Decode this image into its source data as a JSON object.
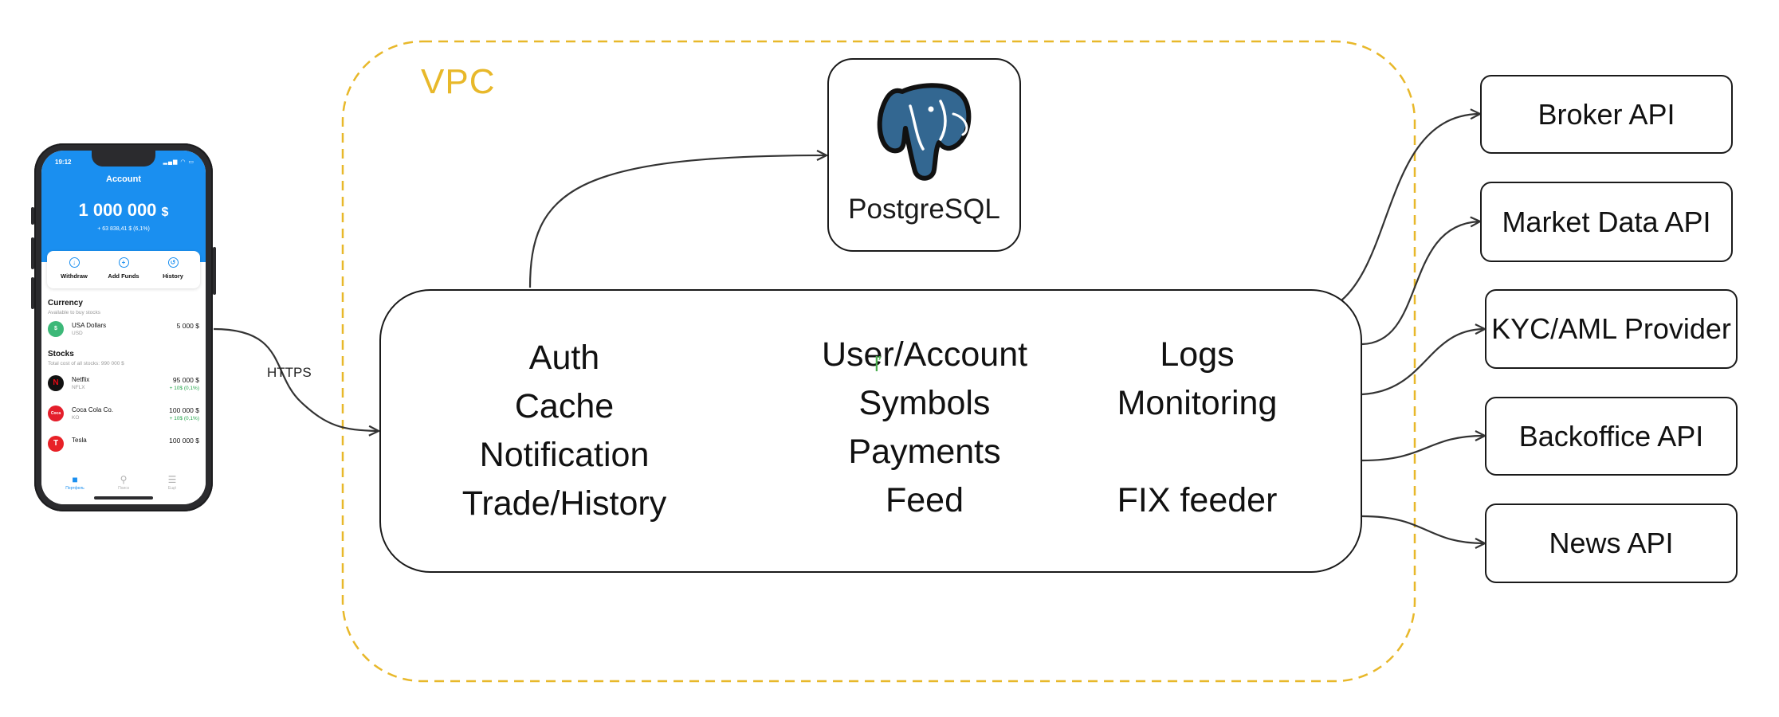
{
  "vpc": {
    "label": "VPC",
    "border_color": "#e8b82a"
  },
  "phone": {
    "status_time": "19:12",
    "header_title": "Account",
    "balance": "1 000 000",
    "balance_currency": "$",
    "balance_change": "+ 63 838,41 $ (6,1%)",
    "actions": [
      {
        "label": "Withdraw",
        "icon": "arrow-down-circle-icon"
      },
      {
        "label": "Add Funds",
        "icon": "plus-circle-icon"
      },
      {
        "label": "History",
        "icon": "history-icon"
      }
    ],
    "currency_title": "Currency",
    "currency_subtitle": "Available to buy stocks",
    "currency_row": {
      "name": "USA Dollars",
      "ticker": "USD",
      "value": "5 000 $",
      "icon": "dollar-icon"
    },
    "stocks_title": "Stocks",
    "stocks_subtitle": "Total cost of all stocks: 990 000 $",
    "stocks": [
      {
        "name": "Netflix",
        "ticker": "NFLX",
        "value": "95 000 $",
        "delta": "+ 10$ (0,1%)",
        "color": "#111111",
        "logo_text": "N"
      },
      {
        "name": "Coca Cola Co.",
        "ticker": "KO",
        "value": "100 000 $",
        "delta": "+ 10$ (0,1%)",
        "color": "#e41e2b",
        "logo_text": "Coca"
      },
      {
        "name": "Tesla",
        "ticker": "",
        "value": "100 000 $",
        "delta": "",
        "color": "#e82127",
        "logo_text": "T"
      }
    ],
    "tabs": [
      {
        "label": "Портфель",
        "icon": "briefcase-icon"
      },
      {
        "label": "Поиск",
        "icon": "search-icon"
      },
      {
        "label": "Ещё",
        "icon": "menu-icon"
      }
    ],
    "accent": "#1a8ff0"
  },
  "connection_label": "HTTPS",
  "database": {
    "label": "PostgreSQL",
    "icon": "postgresql-elephant-icon"
  },
  "services": {
    "column1": [
      "Auth",
      "Cache",
      "Notification",
      "Trade/History"
    ],
    "column2": [
      "User/Account",
      "Symbols",
      "Payments",
      "Feed"
    ],
    "column3": [
      "Logs",
      "Monitoring",
      "FIX feeder"
    ]
  },
  "external_apis": [
    "Broker API",
    "Market Data API",
    "KYC/AML Provider",
    "Backoffice API",
    "News API"
  ]
}
